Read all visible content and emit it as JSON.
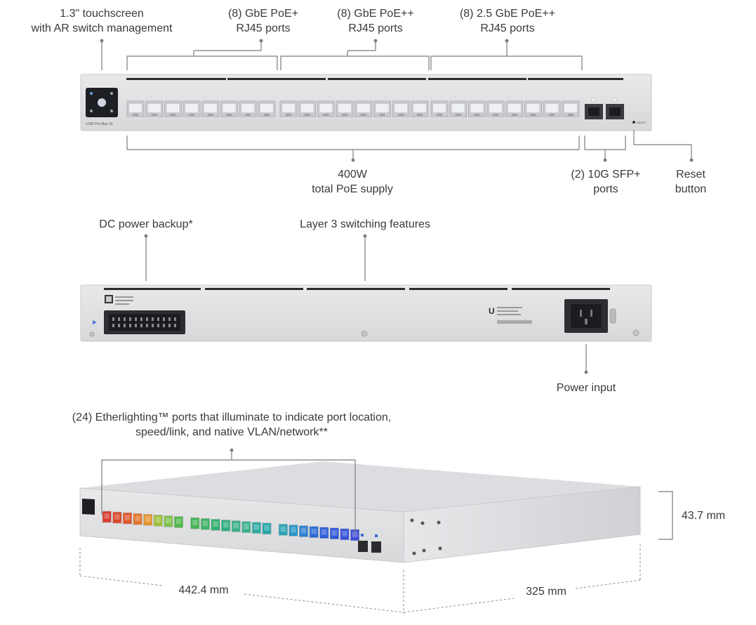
{
  "front_view": {
    "callouts": {
      "touchscreen": [
        "1.3\" touchscreen",
        "with AR switch management"
      ],
      "gbe_poe_plus": [
        "(8) GbE PoE+",
        "RJ45 ports"
      ],
      "gbe_poe_plusplus": [
        "(8) GbE PoE++",
        "RJ45 ports"
      ],
      "gbe25_poe_plusplus": [
        "(8) 2.5 GbE PoE++",
        "RJ45 ports"
      ],
      "poe_supply": [
        "400W",
        "total PoE supply"
      ],
      "sfp_ports": [
        "(2) 10G SFP+",
        "ports"
      ],
      "reset_button": [
        "Reset",
        "button"
      ]
    },
    "device_model_label": "USW Pro Max 24",
    "reset_silk": "RESET"
  },
  "rear_view": {
    "callouts": {
      "dc_power": "DC power backup*",
      "layer3": "Layer 3 switching features",
      "power_input": "Power input"
    }
  },
  "perspective_view": {
    "callouts": {
      "etherlighting": [
        "(24) Etherlighting™ ports that illuminate to indicate port location,",
        "speed/link, and native VLAN/network**"
      ]
    },
    "dimensions": {
      "height": "43.7 mm",
      "width": "442.4 mm",
      "depth": "325 mm"
    },
    "port_colors": [
      "#d63a2c",
      "#d8472a",
      "#e0542a",
      "#e4752a",
      "#e3962e",
      "#9cbf3a",
      "#7fc04a",
      "#4fb64a",
      "#46b558",
      "#3fb264",
      "#35ae6e",
      "#2fae7e",
      "#3bb186",
      "#3ab28e",
      "#2fa9a0",
      "#29a6a8",
      "#2aa3b6",
      "#2a94c4",
      "#2b7fd0",
      "#2d6ad4",
      "#2f5ed6",
      "#3058d8",
      "#3552da",
      "#3b4ed8"
    ]
  }
}
